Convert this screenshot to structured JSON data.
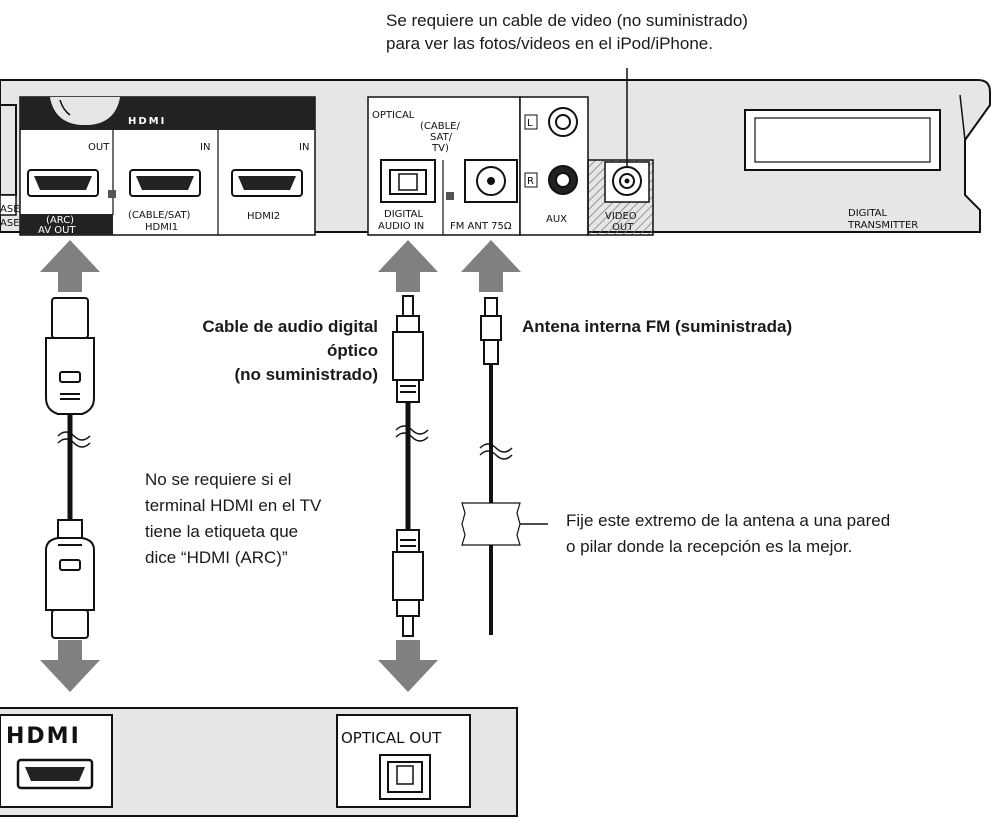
{
  "callouts": {
    "video_cable_line1": "Se requiere un cable de video (no suministrado)",
    "video_cable_line2": "para ver las fotos/videos en el iPod/iPhone.",
    "optical_cable_line1": "Cable de audio digital",
    "optical_cable_line2": "óptico",
    "optical_cable_line3": "(no suministrado)",
    "fm_antenna": "Antena interna FM (suministrada)",
    "hdmi_note_line1": "No se requiere si el",
    "hdmi_note_line2": "terminal HDMI en el TV",
    "hdmi_note_line3": "tiene la etiqueta que",
    "hdmi_note_line4": "dice “HDMI (ARC)”",
    "antenna_fix_line1": "Fije este extremo de la antena a una pared",
    "antenna_fix_line2": "o pilar donde la recepción es la mejor."
  },
  "rear_panel": {
    "hdmi_logo": "HDMI",
    "out_label": "OUT",
    "in_label_1": "IN",
    "in_label_2": "IN",
    "arc_label": "(ARC)",
    "av_out_label": "AV OUT",
    "base_t_label_1": "ASE-T/",
    "base_t_label_2": "ASE-TX)",
    "cable_sat_label": "(CABLE/SAT)",
    "hdmi1_label": "HDMI1",
    "hdmi2_label": "HDMI2",
    "optical_label": "OPTICAL",
    "optical_sub_1": "(CABLE/",
    "optical_sub_2": "SAT/",
    "optical_sub_3": "TV)",
    "digital_label": "DIGITAL",
    "audio_in_label": "AUDIO IN",
    "fm_ant_label": "FM ANT 75Ω",
    "left_channel": "L",
    "right_channel": "R",
    "aux_label": "AUX",
    "video_label": "VIDEO",
    "out_label_video": "OUT",
    "digital_transmitter_1": "DIGITAL",
    "digital_transmitter_2": "TRANSMITTER"
  },
  "tv_panel": {
    "hdmi_logo": "HDMI",
    "optical_out_label": "OPTICAL OUT"
  },
  "colors": {
    "panel_fill": "#e6e6e6",
    "arrow_fill": "#808080",
    "ink": "#1a1a1a"
  }
}
